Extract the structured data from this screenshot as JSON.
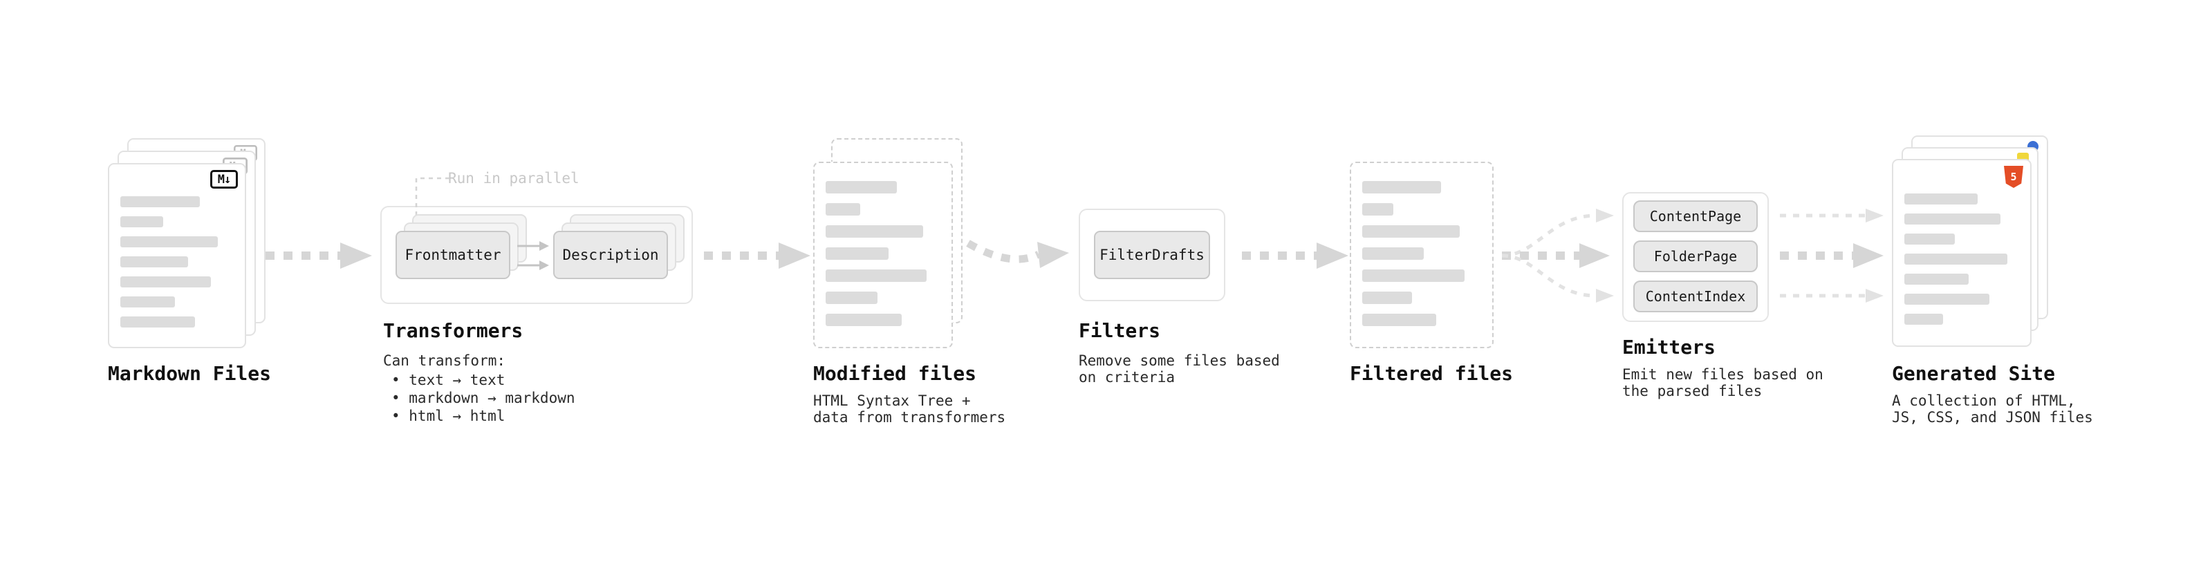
{
  "diagram": {
    "markdown_files": {
      "label": "Markdown Files",
      "badge": "M↓"
    },
    "transformers": {
      "label": "Transformers",
      "annotation": "Run in parallel",
      "boxes": [
        "Frontmatter",
        "Description"
      ],
      "caption": "Can transform:",
      "transforms": [
        "• text → text",
        "• markdown → markdown",
        "• html → html"
      ]
    },
    "modified_files": {
      "label": "Modified files",
      "caption_lines": [
        "HTML Syntax Tree +",
        "data from transformers"
      ]
    },
    "filters": {
      "label": "Filters",
      "box": "FilterDrafts",
      "caption_lines": [
        "Remove some files based",
        "on criteria"
      ]
    },
    "filtered_files": {
      "label": "Filtered files"
    },
    "emitters": {
      "label": "Emitters",
      "pills": [
        "ContentPage",
        "FolderPage",
        "ContentIndex"
      ],
      "caption_lines": [
        "Emit new files based on",
        "the parsed files"
      ]
    },
    "generated_site": {
      "label": "Generated Site",
      "badge": "5",
      "caption_lines": [
        "A collection of HTML,",
        "JS, CSS, and JSON files"
      ]
    },
    "colors": {
      "html5_orange": "#e44d26",
      "js_yellow": "#f0d73c",
      "arrow_gray": "#d6d6d6",
      "card_border": "#e2e2e2"
    }
  }
}
